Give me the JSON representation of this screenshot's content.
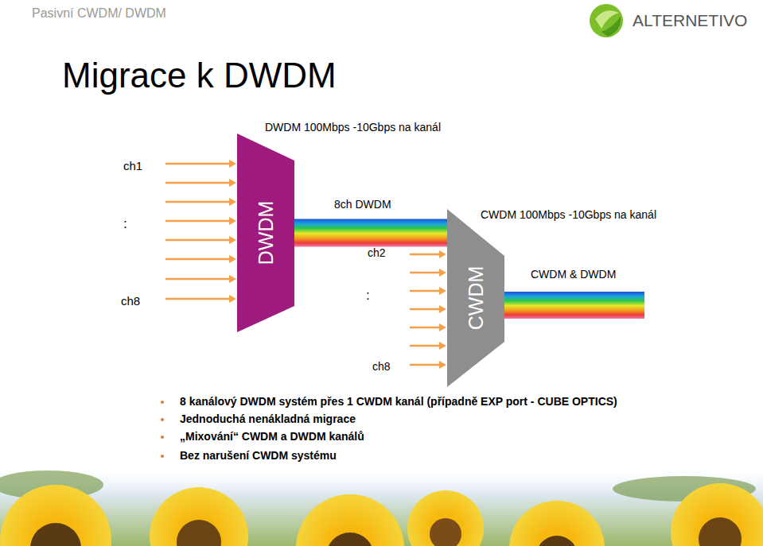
{
  "diagram": {
    "title": "Migrace k DWDM",
    "nodes": [
      {
        "text": [
          "DWDM"
        ]
      },
      {
        "text": [
          "CWDM"
        ]
      }
    ],
    "edges": [
      {
        "from": 0,
        "to": 1,
        "arrow": "none"
      }
    ],
    "labels": [
      "Pasivní CWDM/ DWDM",
      "ALTERNETIVO",
      "DWDM 100Mbps -10Gbps na kanál",
      "ch1",
      ":",
      "ch8",
      "8ch DWDM",
      "ch2",
      ":",
      "ch8",
      "CWDM 100Mbps -10Gbps na kanál",
      "CWDM & DWDM",
      "8 kanálový DWDM systém přes 1 CWDM kanál (případně EXP port - CUBE OPTICS)",
      "Jednoduchá nenákladná migrace",
      "„Mixování“ CWDM a DWDM kanálů",
      "Bez narušení CWDM systému"
    ]
  }
}
